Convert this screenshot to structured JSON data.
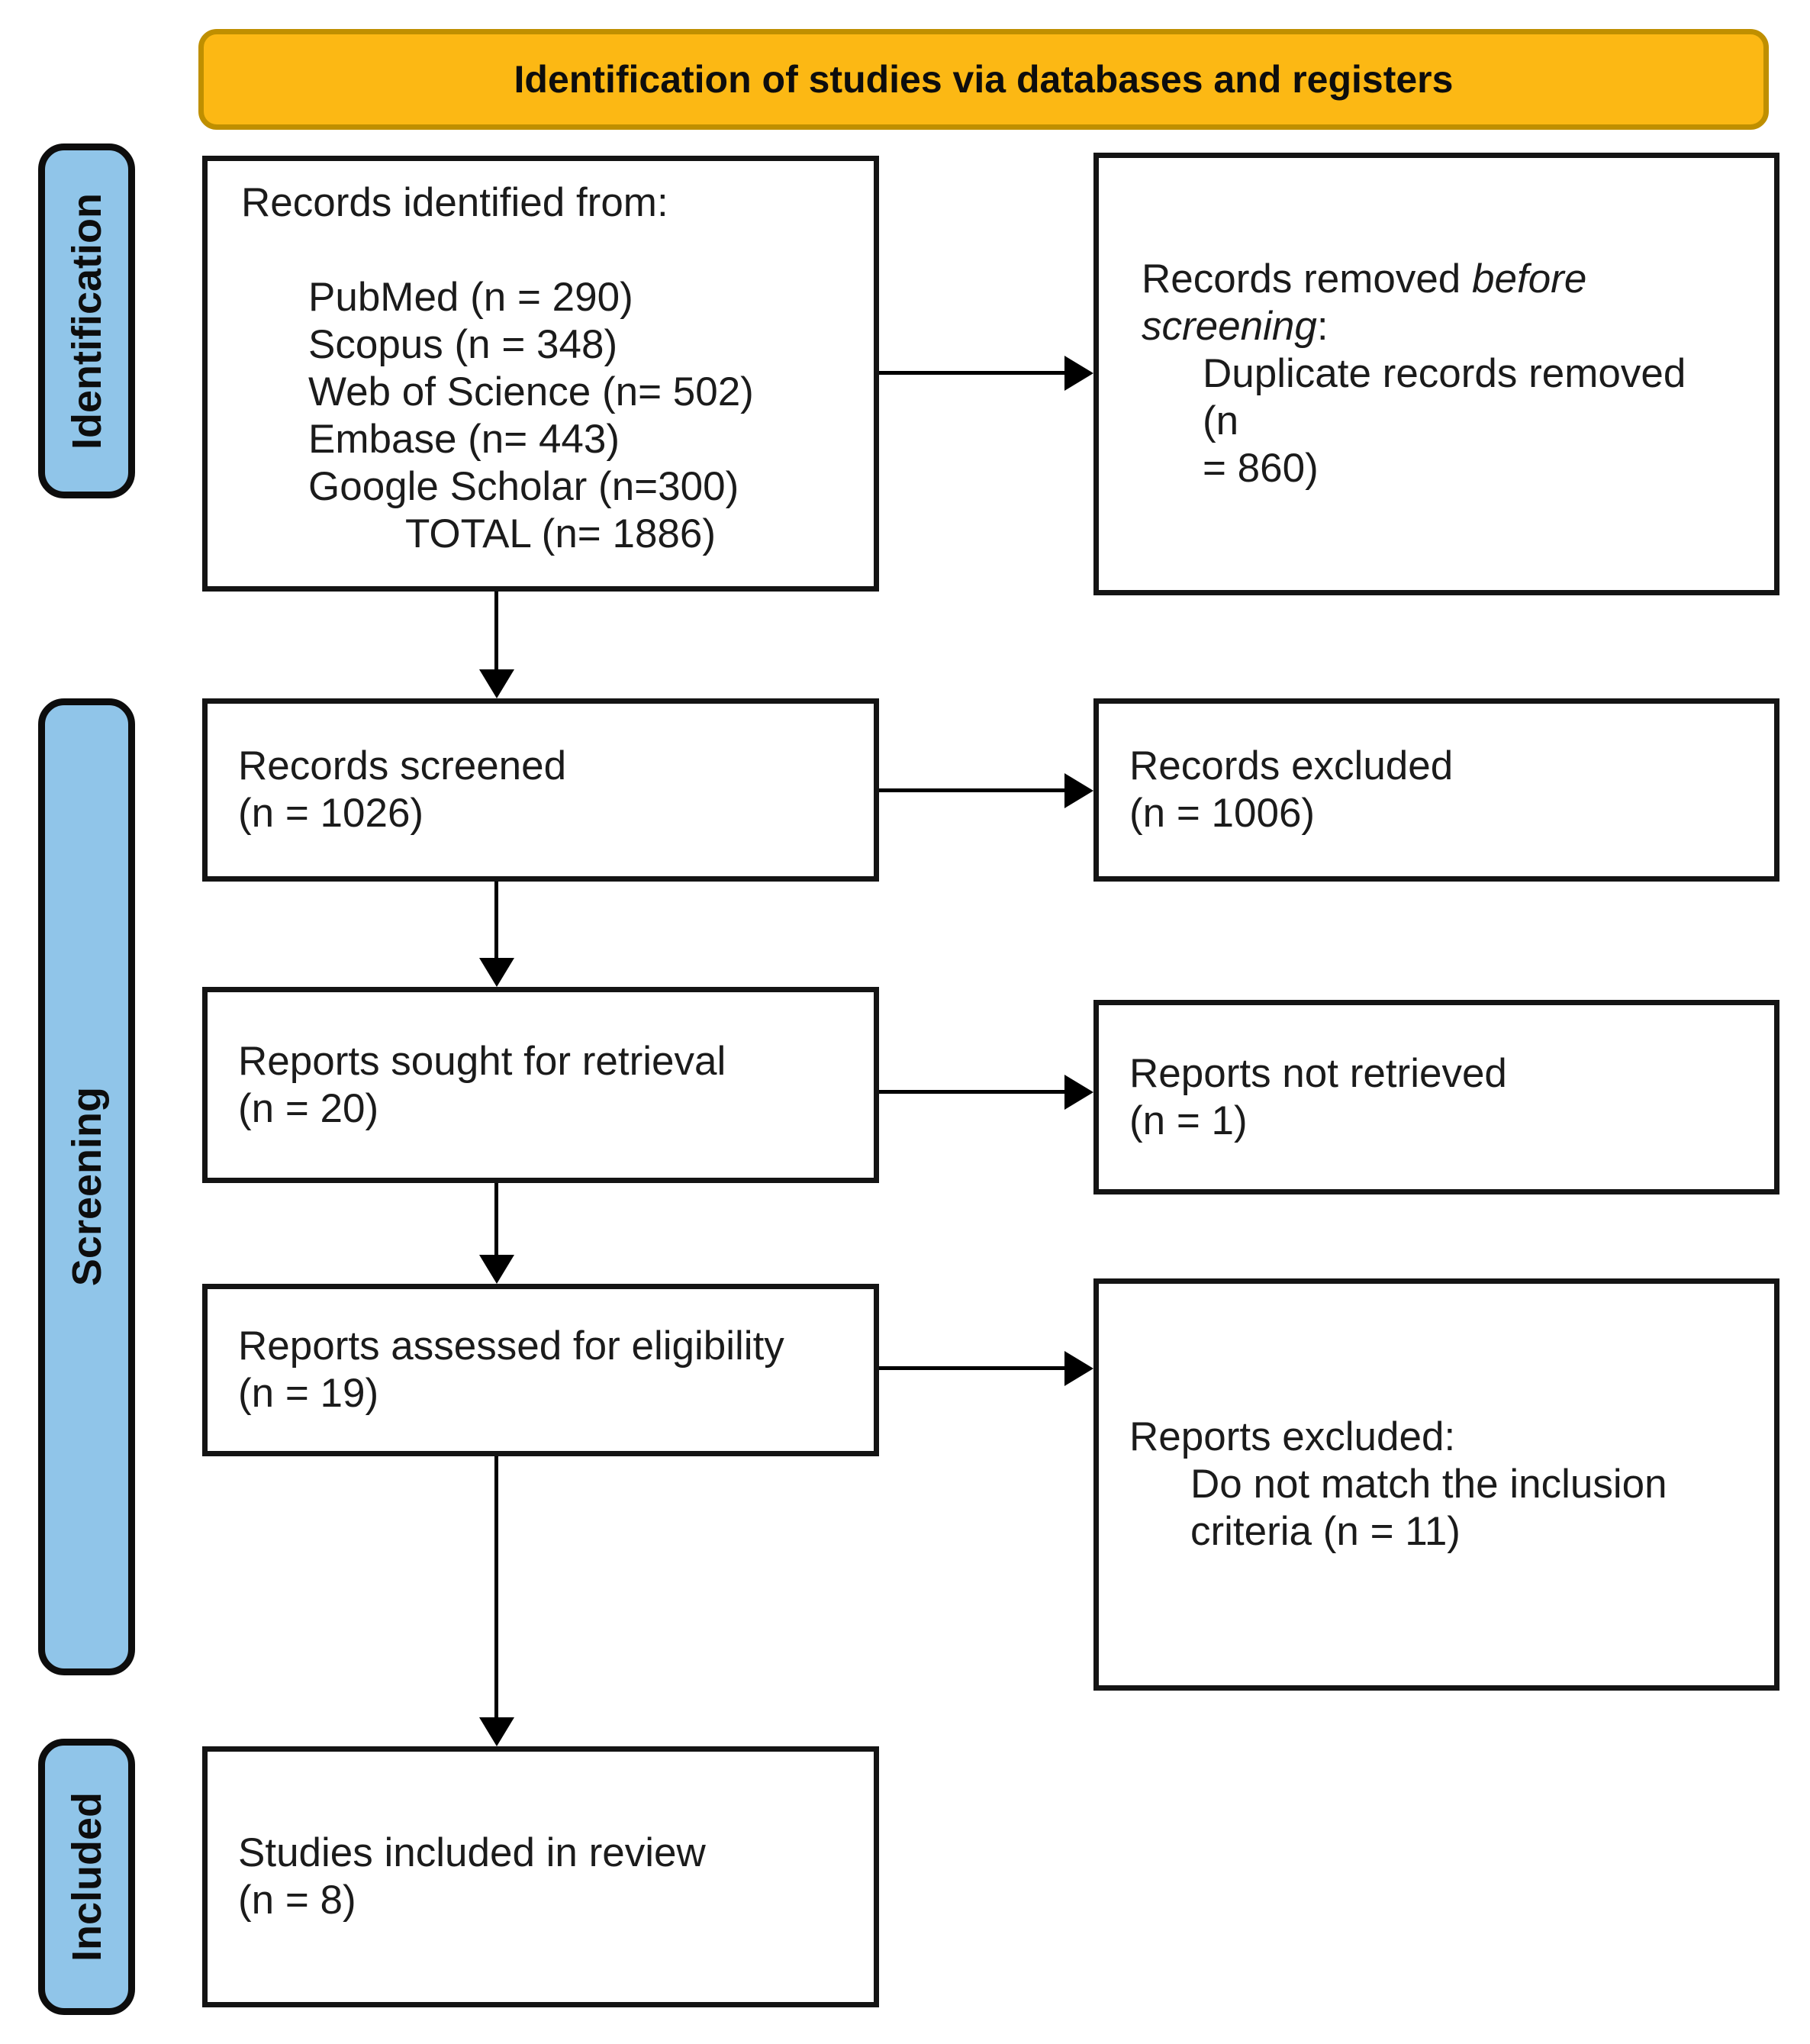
{
  "banner": {
    "title": "Identification of studies via databases and registers",
    "fill_color": "#FCB814",
    "border_color": "#BF8F00"
  },
  "sidebar": {
    "fill_color": "#90C5E9",
    "stages": [
      {
        "label": "Identification"
      },
      {
        "label": "Screening"
      },
      {
        "label": "Included"
      }
    ]
  },
  "boxes": {
    "records_identified": {
      "header": "Records identified from:",
      "sources": [
        "PubMed (n = 290)",
        "Scopus (n = 348)",
        "Web of Science (n= 502)",
        "Embase (n= 443)",
        "Google Scholar (n=300)"
      ],
      "total": "TOTAL (n= 1886)"
    },
    "records_removed": {
      "l1_text": "Records removed ",
      "l1_italic": "before",
      "l2_italic": "screening",
      "l2_text": ":",
      "details": [
        "Duplicate records removed (n",
        "= 860)"
      ]
    },
    "records_screened": {
      "line1": "Records screened",
      "line2": "(n = 1026)"
    },
    "records_excluded": {
      "line1": "Records excluded",
      "line2": "(n = 1006)"
    },
    "reports_sought": {
      "line1": "Reports sought for retrieval",
      "line2": "(n = 20)"
    },
    "reports_not_retrieved": {
      "line1": "Reports not retrieved",
      "line2": "(n = 1)"
    },
    "reports_assessed": {
      "line1": "Reports assessed for eligibility",
      "line2": "(n = 19)"
    },
    "reports_excluded": {
      "header": "Reports excluded:",
      "details": [
        "Do not match the inclusion",
        "criteria (n = 11)"
      ]
    },
    "studies_included": {
      "line1": "Studies included in review",
      "line2": "(n = 8)"
    }
  }
}
